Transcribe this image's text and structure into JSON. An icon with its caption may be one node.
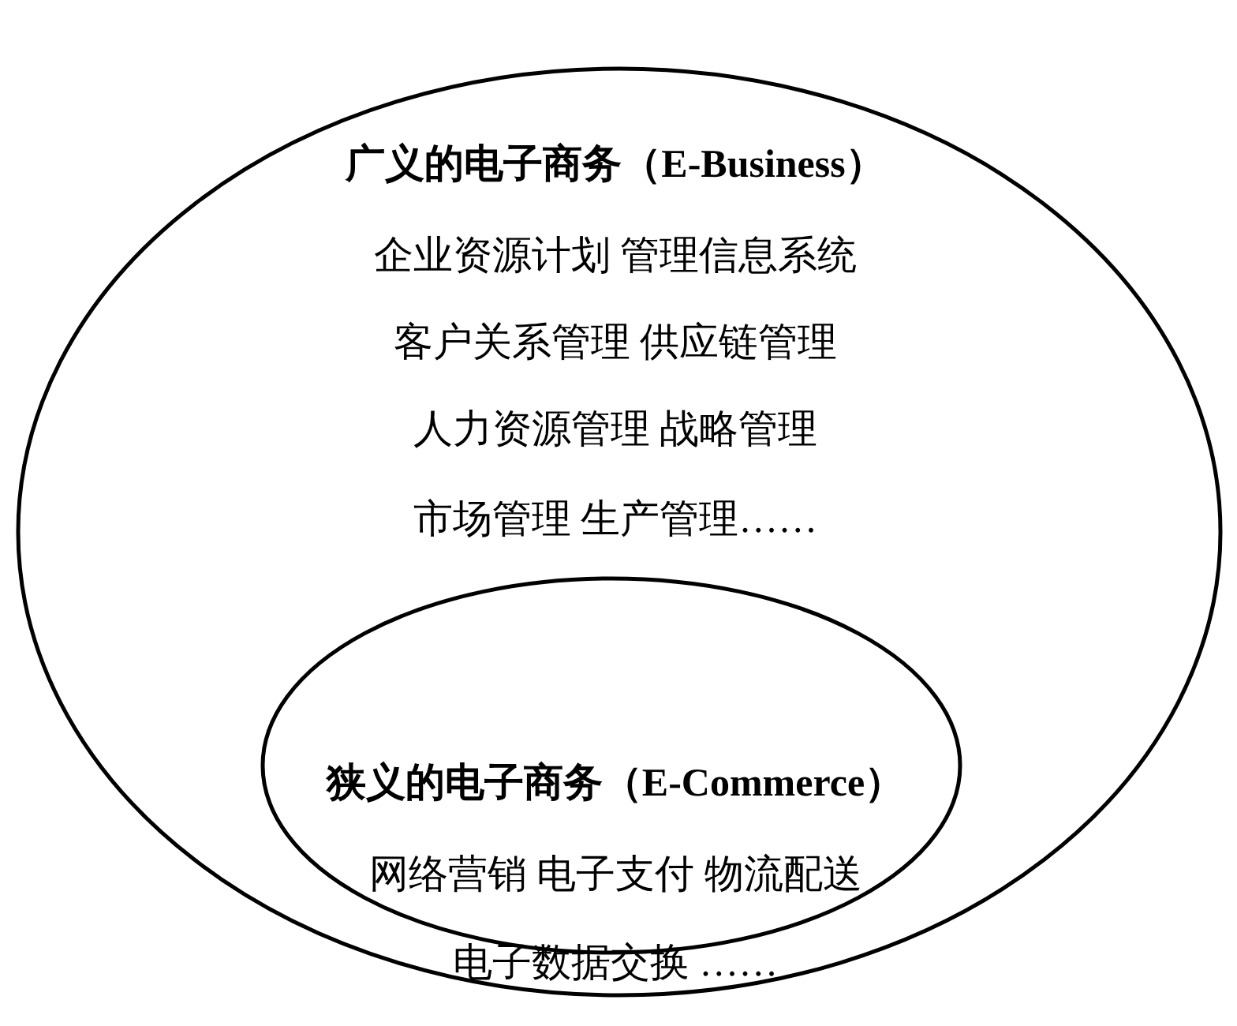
{
  "diagram": {
    "nodes": [
      {
        "text": [
          "广义的电子商务（E-Business）",
          "企业资源计划 管理信息系统",
          "客户关系管理 供应链管理",
          "人力资源管理 战略管理",
          "市场管理 生产管理……"
        ]
      },
      {
        "text": [
          "狭义的电子商务（E-Commerce）",
          "网络营销 电子支付 物流配送",
          "电子数据交换 ……"
        ],
        "in": 0
      }
    ]
  }
}
